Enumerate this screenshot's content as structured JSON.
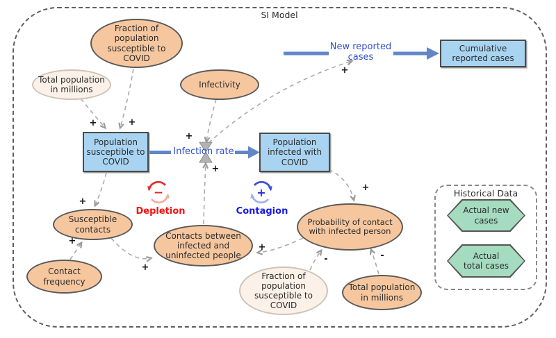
{
  "title": "SI Model",
  "colors": {
    "stock_fill": "#a9d4f1",
    "variable_fill": "#f6c79f",
    "shadow_variable_fill": "#fcf1e8",
    "data_fill": "#a5dcc0",
    "flow_pipe": "#6286c8",
    "flow_label": "#3050cc",
    "connector": "#ababab",
    "depletion_red": "#f21212",
    "contagion_blue": "#1718e6"
  },
  "nodes": {
    "fraction_top": {
      "label": "Fraction of\npopulation\nsusceptible to\nCOVID"
    },
    "total_top": {
      "label": "Total population\nin millions"
    },
    "infectivity": {
      "label": "Infectivity"
    },
    "stock_susceptible": {
      "label": "Population\nsusceptible to\nCOVID"
    },
    "stock_infected": {
      "label": "Population\ninfected with\nCOVID"
    },
    "stock_cumulative": {
      "label": "Cumulative\nreported cases"
    },
    "susceptible_contacts": {
      "label": "Susceptible\ncontacts"
    },
    "contact_frequency": {
      "label": "Contact\nfrequency"
    },
    "contacts_between": {
      "label": "Contacts between\ninfected and\nuninfected people"
    },
    "probability": {
      "label": "Probability of contact\nwith infected person"
    },
    "fraction_bottom": {
      "label": "Fraction of\npopulation\nsusceptible to\nCOVID"
    },
    "total_bottom": {
      "label": "Total population\nin millions"
    }
  },
  "flows": {
    "infection_rate": {
      "label": "Infection rate"
    },
    "new_reported": {
      "label": "New reported\ncases"
    }
  },
  "loops": {
    "depletion": {
      "label": "Depletion",
      "sign": "−"
    },
    "contagion": {
      "label": "Contagion",
      "sign": "+"
    }
  },
  "historical": {
    "title": "Historical Data",
    "items": [
      {
        "label": "Actual new\ncases"
      },
      {
        "label": "Actual\ntotal cases"
      }
    ]
  },
  "signs": {
    "total_top_to_susceptible": "+",
    "fraction_top_to_susceptible": "+",
    "infectivity_to_rate": "+",
    "contacts_to_rate": "+",
    "rate_to_new_reported": "+",
    "susceptible_to_contacts": "+",
    "frequency_to_contacts": "+",
    "contacts_to_between": "+",
    "infected_to_probability": "+",
    "fraction_bottom_to_probability": "-",
    "total_bottom_to_probability": "-",
    "probability_to_between": "+"
  }
}
